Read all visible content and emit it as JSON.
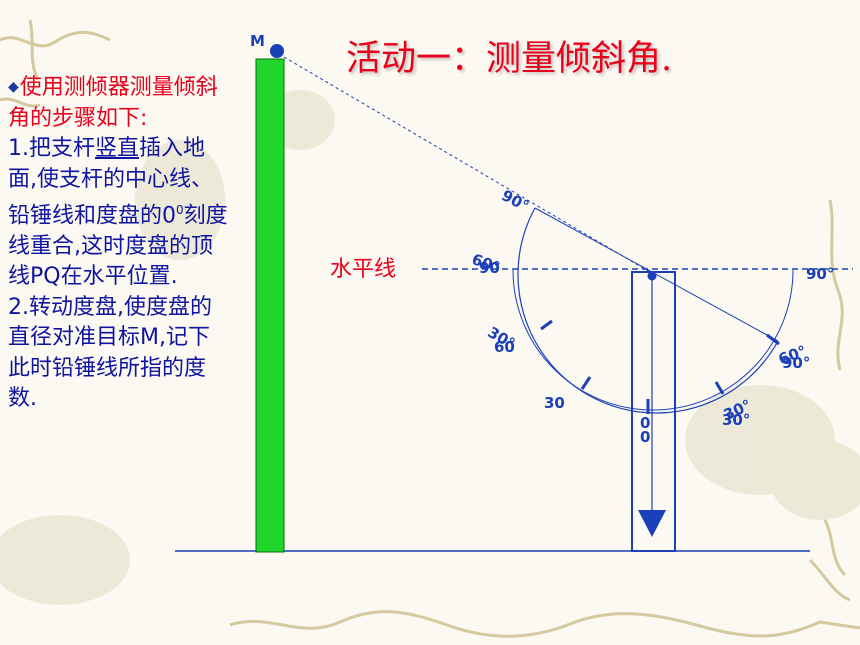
{
  "title": "活动一：测量倾斜角.",
  "steps": {
    "bullet": "◆",
    "intro": "使用测倾器测量倾斜角的步骤如下:",
    "step1_a": "1.把支杆",
    "step1_u": "竖直",
    "step1_b": "插入地面,使支杆的中心线、铅锤线和度盘的0",
    "step1_sup": "0",
    "step1_c": "刻度线重合,这时度盘的顶线PQ在水平位置.",
    "step2": "2.转动度盘,使度盘的直径对准目标M,记下此时铅锤线所指的度数."
  },
  "diagram": {
    "point_label": "M",
    "horizontal_label": "水平线",
    "colors": {
      "pole": "#21d62b",
      "blue": "#1a3fb8",
      "red": "#e8001c"
    },
    "rotated_scale_labels": [
      "90°",
      "60°",
      "30°",
      "0",
      "30°",
      "60°"
    ],
    "fixed_scale_labels": [
      "90",
      "60",
      "30",
      "0",
      "30°",
      "90°",
      "90°"
    ]
  }
}
